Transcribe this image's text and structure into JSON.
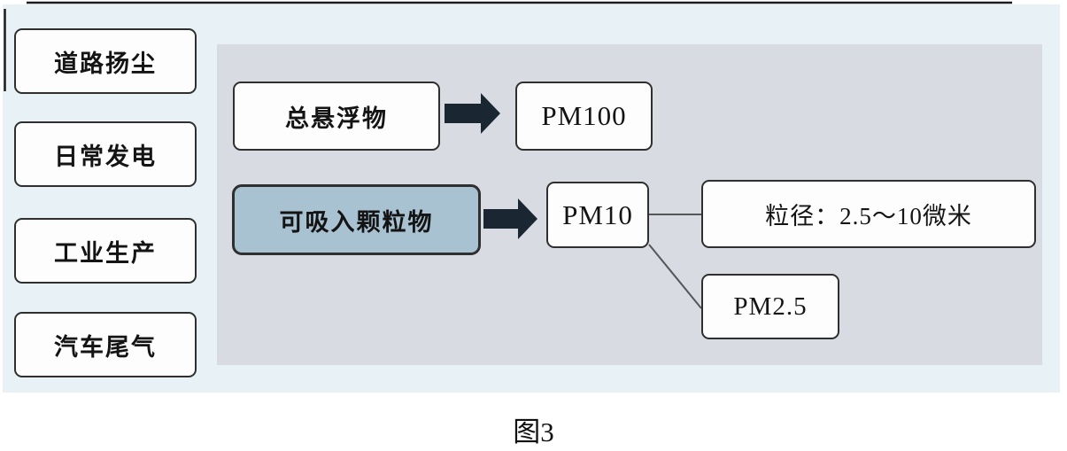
{
  "caption": "图3",
  "sources": [
    {
      "label": "道路扬尘"
    },
    {
      "label": "日常发电"
    },
    {
      "label": "工业生产"
    },
    {
      "label": "汽车尾气"
    }
  ],
  "flow": {
    "total_suspended": "总悬浮物",
    "pm100": "PM100",
    "inhalable": "可吸入颗粒物",
    "pm10": "PM10",
    "size_range": "粒径：2.5～10微米",
    "pm25": "PM2.5"
  },
  "colors": {
    "background_tint": "#e8f1f6",
    "panel": "#d9dbe3",
    "highlight_box_fill": "#a9c2d1",
    "box_fill": "#fdfdfe",
    "box_border": "#2f2f2f",
    "arrow": "#1b2633",
    "connector": "#55575a",
    "scan_edge": "#1b1b1b"
  }
}
